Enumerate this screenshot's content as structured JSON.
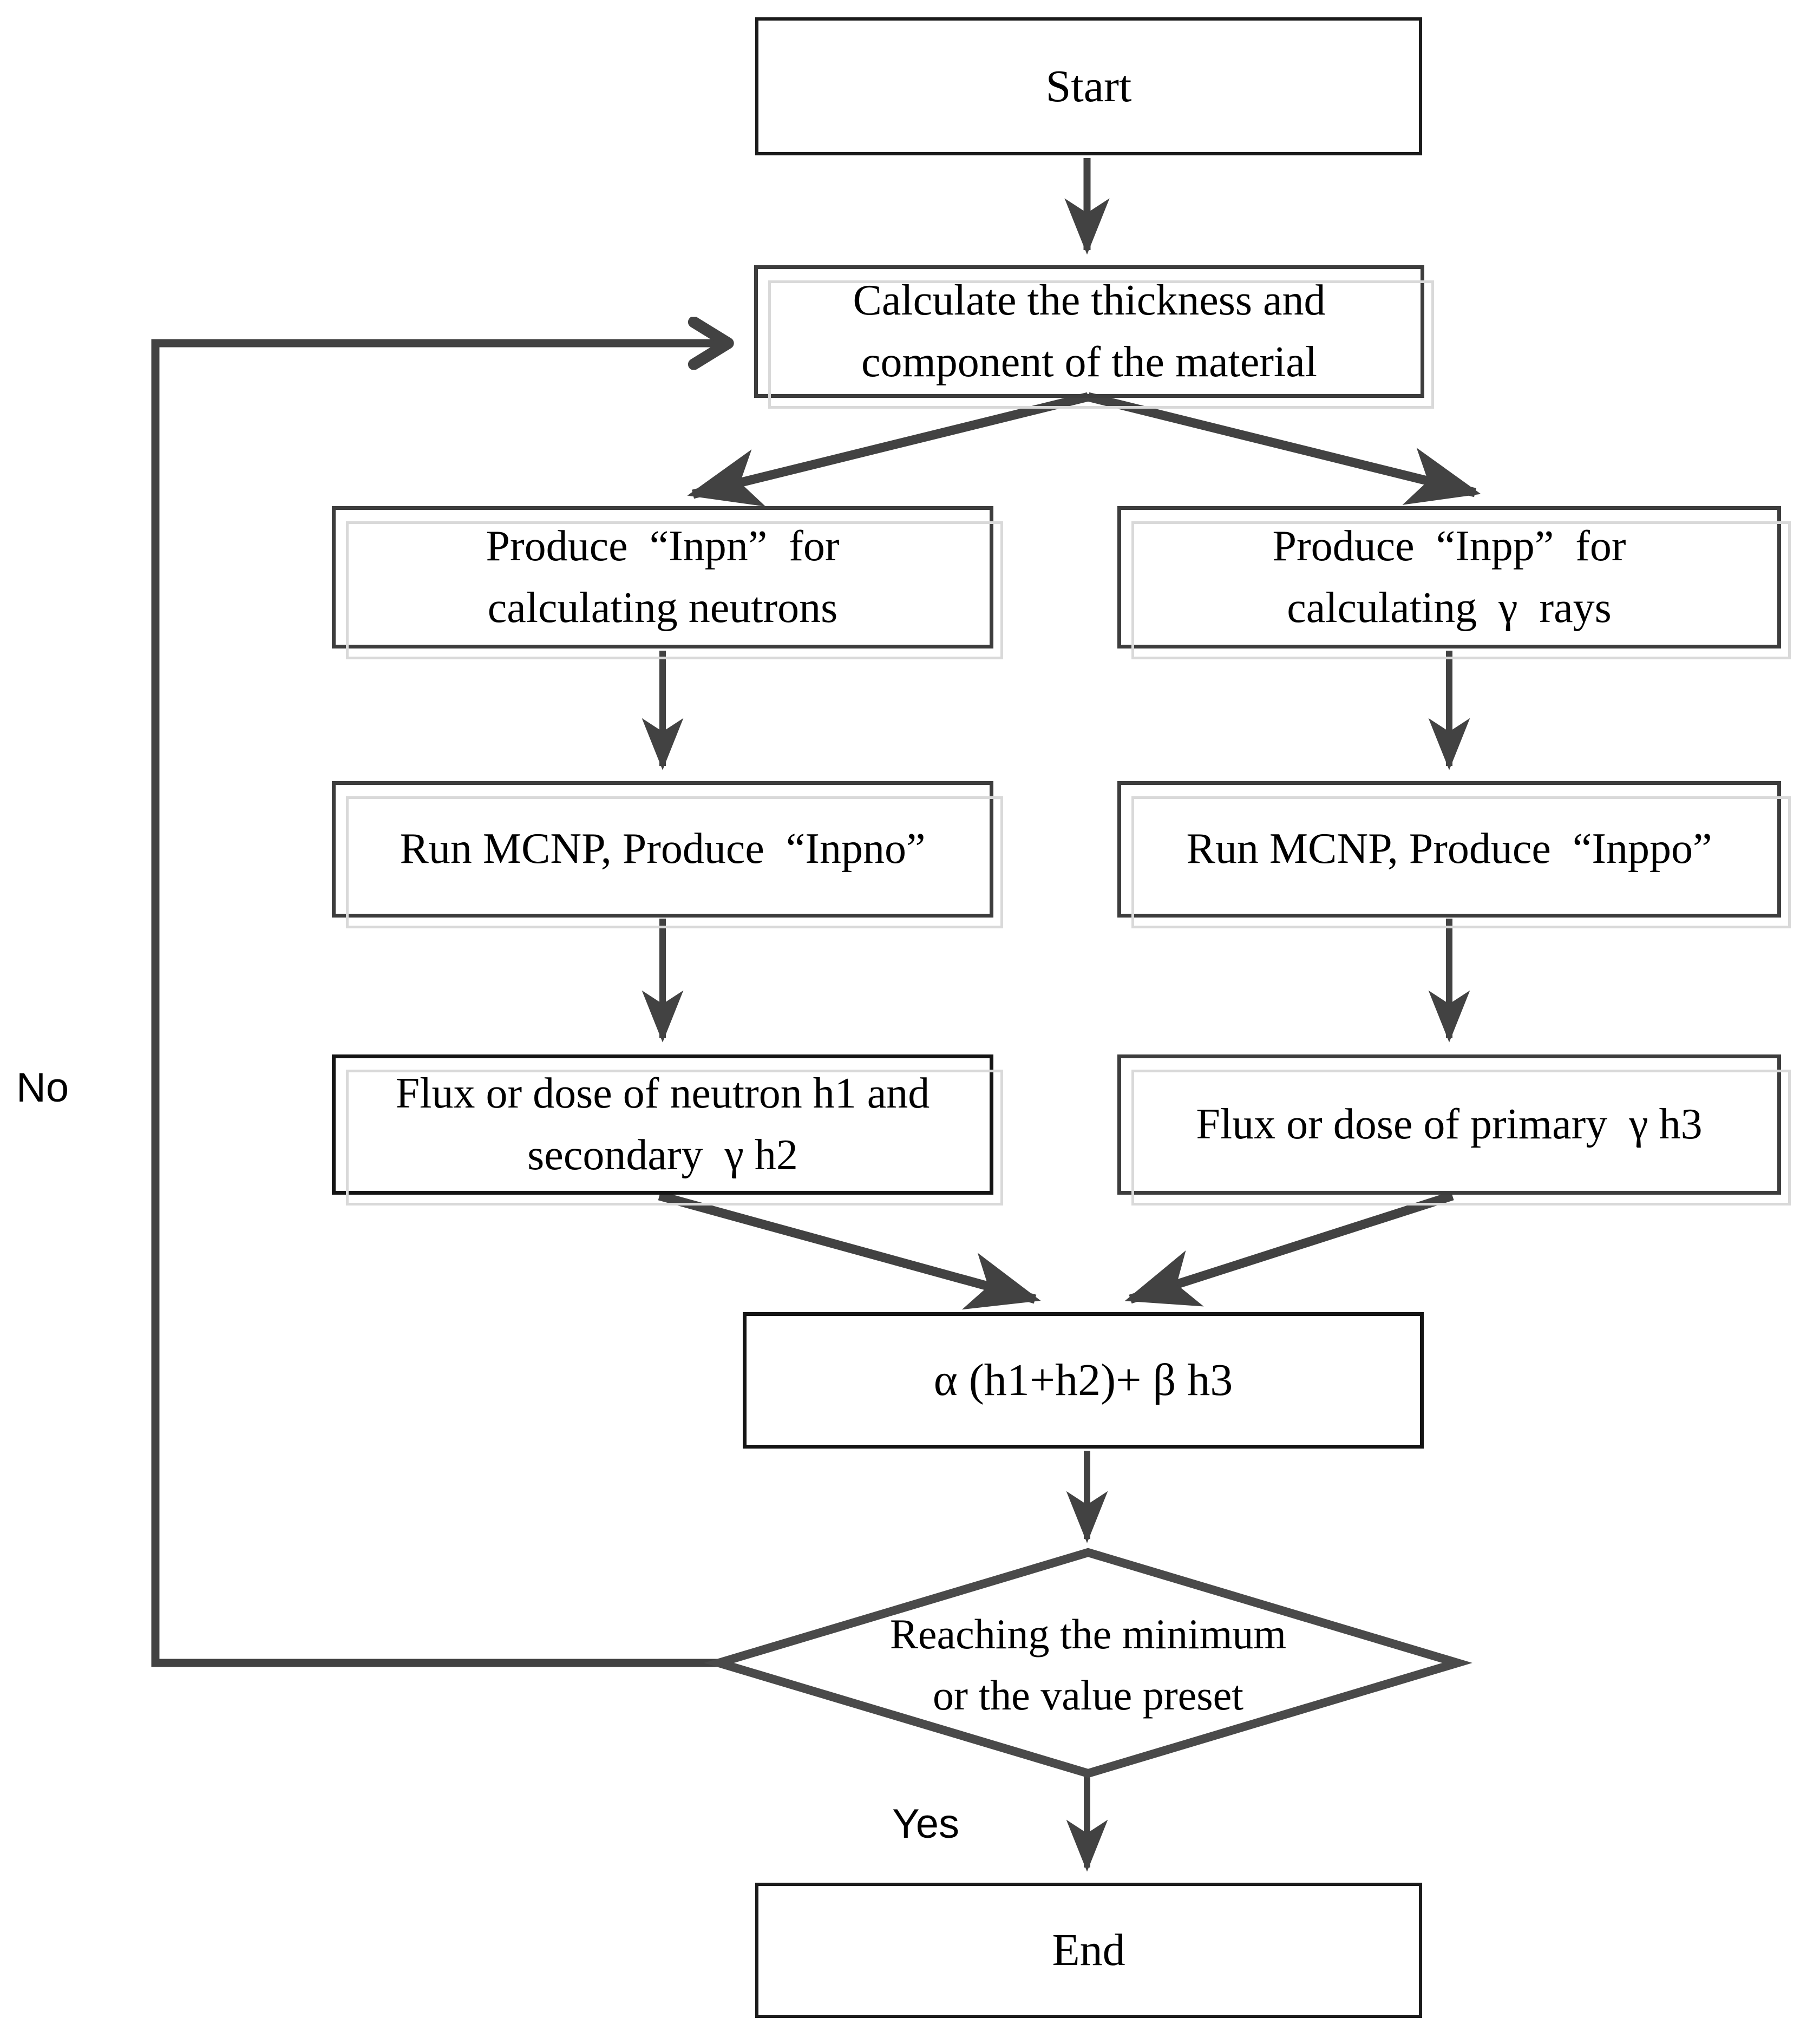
{
  "nodes": {
    "start": {
      "label": "Start"
    },
    "calculate": {
      "lines": [
        "Calculate the thickness and",
        "component of the material"
      ]
    },
    "produce_inpn": {
      "lines": [
        "Produce  “Inpn”  for",
        "calculating neutrons"
      ]
    },
    "produce_inpp": {
      "lines": [
        "Produce  “Inpp”  for",
        "calculating  γ  rays"
      ]
    },
    "run_mcnp_inpno": {
      "lines": [
        "Run MCNP, Produce  “Inpno”"
      ]
    },
    "run_mcnp_inppo": {
      "lines": [
        "Run MCNP, Produce  “Inppo”"
      ]
    },
    "flux_neutron": {
      "lines": [
        "Flux or dose of neutron h1 and",
        "secondary  γ h2"
      ]
    },
    "flux_primary": {
      "lines": [
        "Flux or dose of primary  γ h3"
      ]
    },
    "formula": {
      "label": "α (h1+h2)+ β h3"
    },
    "decision": {
      "lines": [
        "Reaching the minimum",
        "or the value preset"
      ]
    },
    "end": {
      "label": "End"
    }
  },
  "edge_labels": {
    "yes": "Yes",
    "no": "No"
  },
  "colors": {
    "arrow": "#424242",
    "border-dark": "#1b1b1b",
    "border-mid": "#3d3d3d",
    "shadow": "#d9d9d9",
    "bg": "#ffffff",
    "text": "#000000"
  }
}
